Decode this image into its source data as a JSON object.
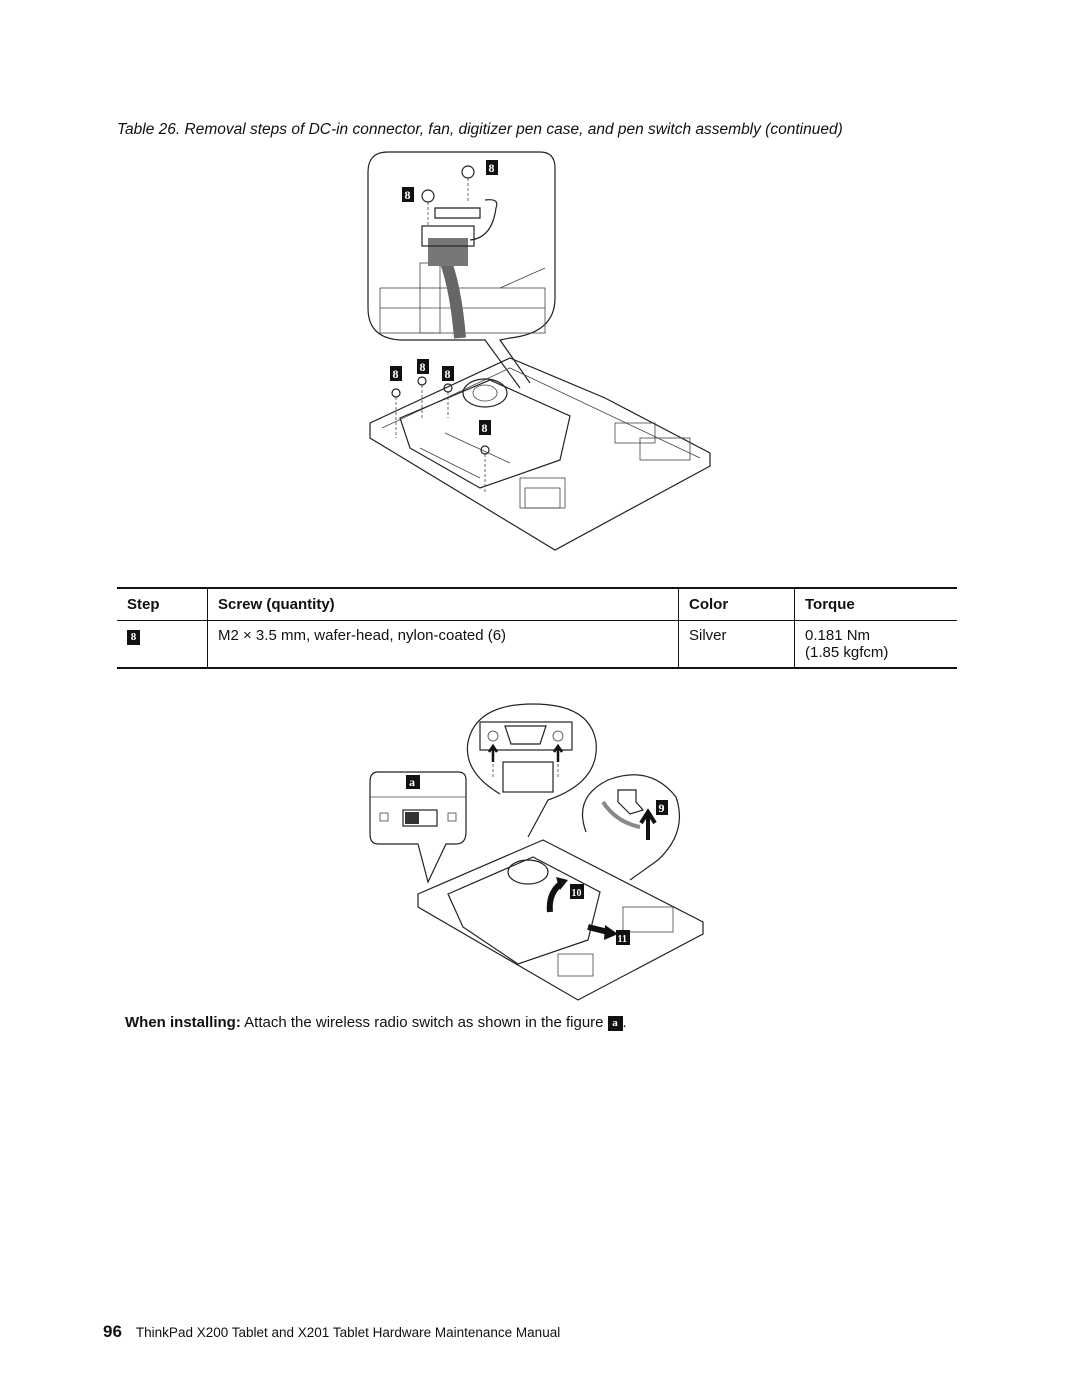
{
  "caption": "Table 26. Removal steps of DC-in connector, fan, digitizer pen case, and pen switch assembly (continued)",
  "figure1": {
    "badges": [
      "8",
      "8",
      "8",
      "8",
      "8",
      "8"
    ]
  },
  "table": {
    "headers": [
      "Step",
      "Screw (quantity)",
      "Color",
      "Torque"
    ],
    "row": {
      "step": "8",
      "screw": "M2 × 3.5 mm, wafer-head, nylon-coated (6)",
      "color": "Silver",
      "torque_1": "0.181 Nm",
      "torque_2": "(1.85 kgfcm)"
    }
  },
  "figure2": {
    "badges": [
      "a",
      "9",
      "10",
      "11"
    ]
  },
  "note": {
    "label": "When installing:",
    "text": " Attach the wireless radio switch as shown in the figure",
    "badge": "a",
    "end": "."
  },
  "footer": {
    "page_number": "96",
    "title": "ThinkPad X200 Tablet and X201 Tablet Hardware Maintenance Manual"
  }
}
